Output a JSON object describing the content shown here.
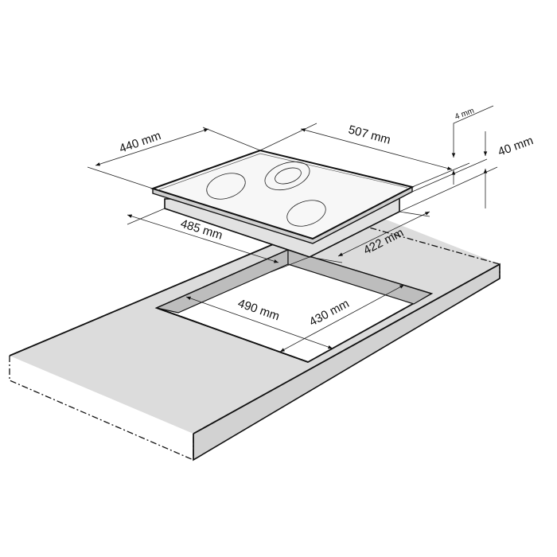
{
  "diagram": {
    "dimensions": {
      "hob_depth": "440 mm",
      "hob_width": "507 mm",
      "glass_thickness": "4 mm",
      "hob_height": "40 mm",
      "body_width": "485 mm",
      "body_depth": "422 mm",
      "cutout_width": "490 mm",
      "cutout_depth": "430 mm"
    },
    "colors": {
      "countertop": "#dcdcdc",
      "cutout_wall": "#bdbdbd",
      "hob_body": "#e2e2e2",
      "line": "#111111"
    }
  }
}
